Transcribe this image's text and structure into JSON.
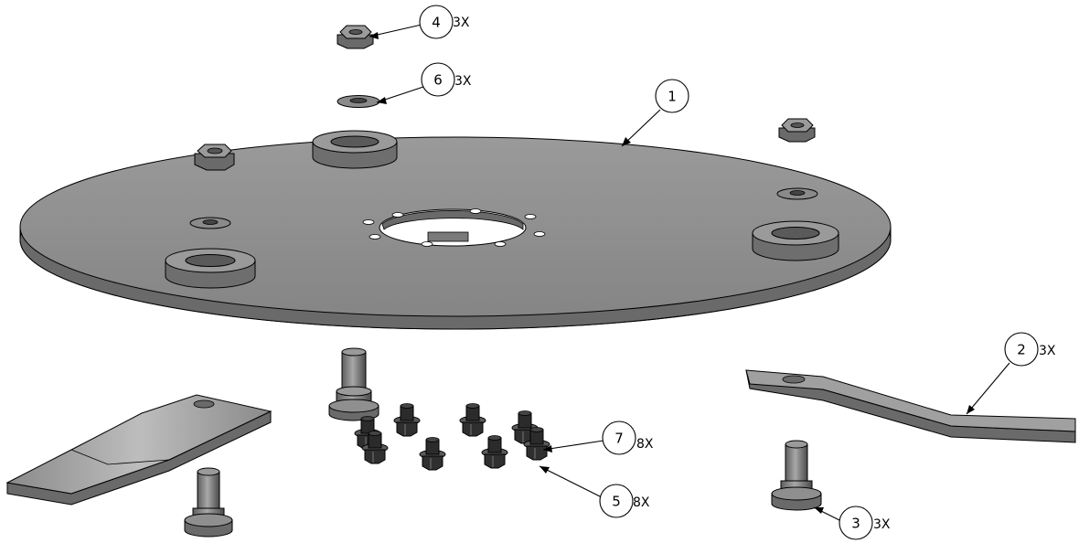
{
  "callouts": [
    {
      "id": "c1",
      "number": "1",
      "qty": ""
    },
    {
      "id": "c2",
      "number": "2",
      "qty": "3X"
    },
    {
      "id": "c3",
      "number": "3",
      "qty": "3X"
    },
    {
      "id": "c4",
      "number": "4",
      "qty": "3X"
    },
    {
      "id": "c5",
      "number": "5",
      "qty": "8X"
    },
    {
      "id": "c6",
      "number": "6",
      "qty": "3X"
    },
    {
      "id": "c7",
      "number": "7",
      "qty": "8X"
    }
  ],
  "colors": {
    "metal_top": "#8c8c8c",
    "metal_side": "#6e6e6e",
    "metal_dark": "#3a3a3a",
    "bolt": "#2b2b2b",
    "outline": "#000000"
  },
  "icons": [
    "disc-plate",
    "blade",
    "blade-pin",
    "flange-nut",
    "washer",
    "bolt",
    "spacer-bushing"
  ]
}
